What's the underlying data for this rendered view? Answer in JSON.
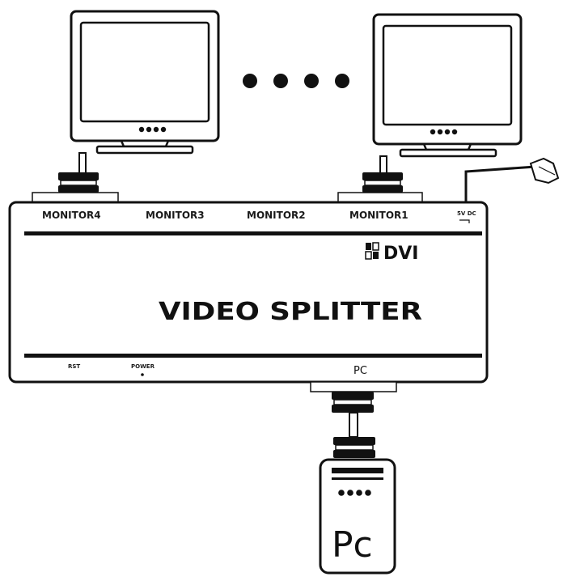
{
  "device": {
    "title": "VIDEO SPLITTER",
    "brand": "DVI",
    "ports_top": [
      "MONITOR4",
      "MONITOR3",
      "MONITOR2",
      "MONITOR1"
    ],
    "power_port": "5V DC",
    "port_bottom": "PC",
    "rst_label": "RST",
    "power_label": "POWER"
  },
  "pc_label": "Pc",
  "colors": {
    "ink": "#111111",
    "background": "#ffffff"
  }
}
